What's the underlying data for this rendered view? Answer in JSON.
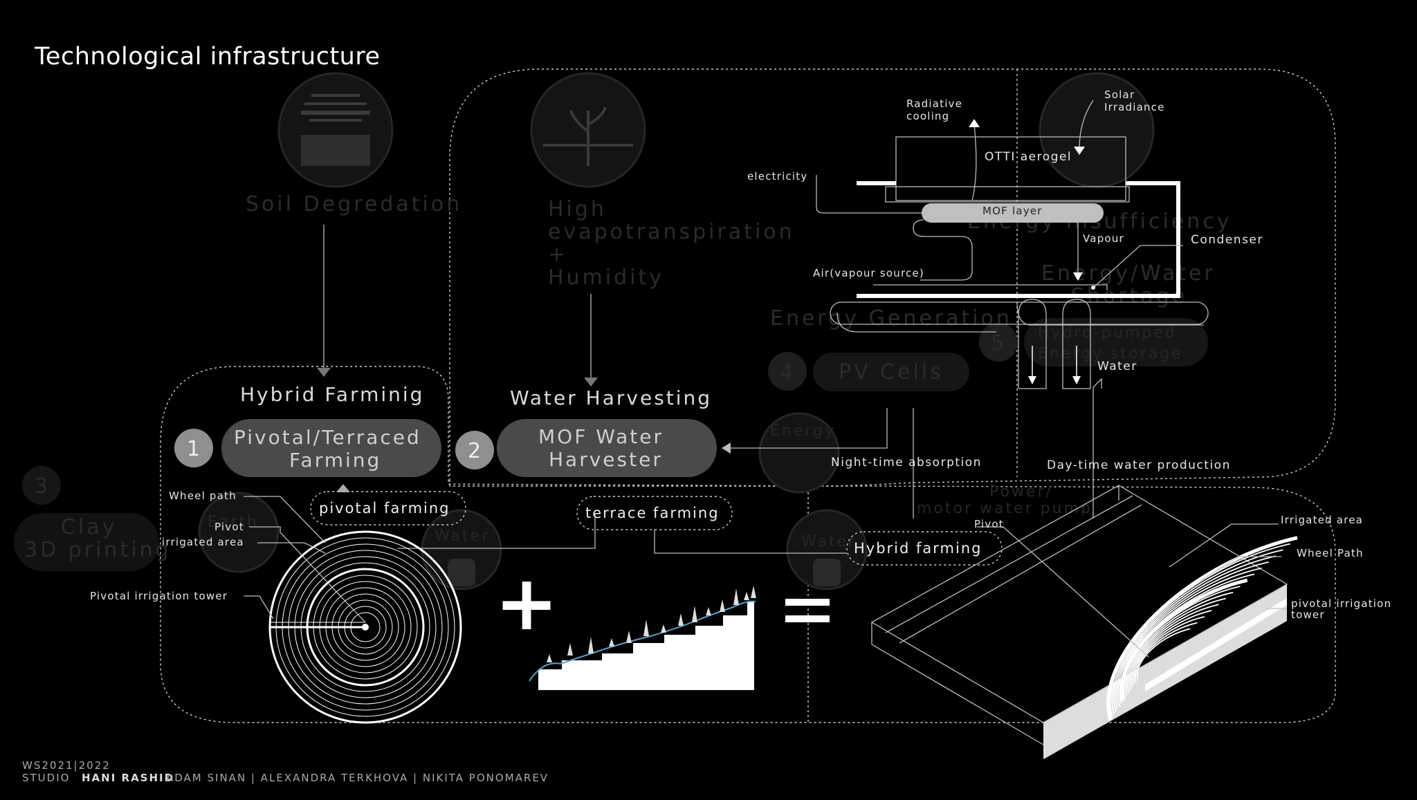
{
  "title": "Technological infrastructure",
  "ghost": {
    "soil": "Soil Degredation",
    "evap1": "High",
    "evap2": "evapotranspiration",
    "evap3": "+",
    "evap4": "Humidity",
    "energy_ins": "Energy insufficiency",
    "energy_water": "Energy/Water",
    "shortage": "Shortage",
    "energy_gen": "Energy Generation",
    "num4": "4",
    "pv": "PV Cells",
    "num5": "5",
    "hydro1": "Hydro-pumped",
    "hydro2": "Energy storage",
    "energy_icon": "Energy",
    "num3": "3",
    "clay1": "Clay",
    "clay2": "3D printing",
    "earth": "Earth",
    "water1": "Water",
    "power1": "Power/",
    "power2": "motor water pump",
    "water2": "Water"
  },
  "hybrid": {
    "heading": "Hybrid Farminig",
    "num": "1",
    "pill1": "Pivotal/Terraced",
    "pill2": "Farming"
  },
  "harvest": {
    "heading": "Water Harvesting",
    "num": "2",
    "pill1": "MOF Water",
    "pill2": "Harvester"
  },
  "tags": {
    "pivotal": "pivotal farming",
    "terrace": "terrace farming",
    "hybrid": "Hybrid farming"
  },
  "mof": {
    "radiative1": "Radiative",
    "radiative2": "cooling",
    "solar1": "Solar",
    "solar2": "Irradiance",
    "aerogel": "OTTI aerogel",
    "electricity": "electricity",
    "layer": "MOF layer",
    "vapour": "Vapour",
    "condenser": "Condenser",
    "air": "Air(vapour source)",
    "water": "Water",
    "night": "Night-time absorption",
    "day": "Day-time water production"
  },
  "pivot_labels": {
    "wheel": "Wheel path",
    "pivot": "Pivot",
    "irrigated": "irrigated area",
    "tower": "Pivotal irrigation tower"
  },
  "iso_labels": {
    "pivot": "Pivot",
    "irrigated": "Irrigated area",
    "wheel": "Wheel Path",
    "tower1": "pivotal irrigation",
    "tower2": "tower"
  },
  "operators": {
    "plus": "+",
    "equals": "="
  },
  "footer": {
    "line1": "WS2021|2022",
    "studio": "STUDIO",
    "studio_name": "HANI RASHID",
    "authors": "ADAM SINAN | ALEXANDRA TERKHOVA | NIKITA PONOMAREV"
  }
}
